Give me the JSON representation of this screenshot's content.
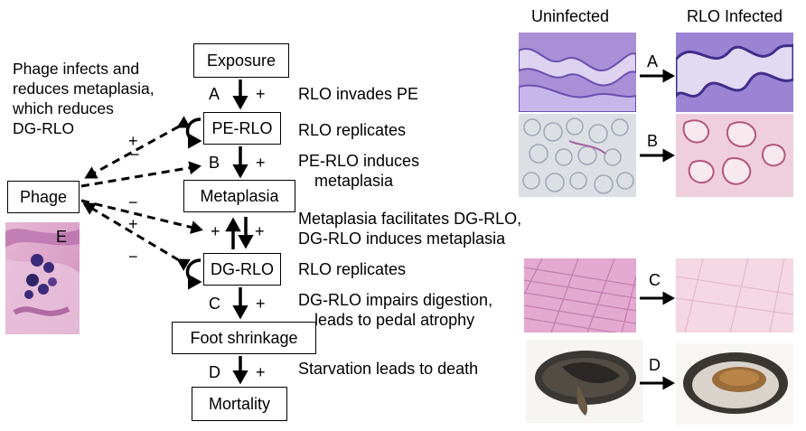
{
  "left_note": [
    "Phage infects and",
    "reduces metaplasia,",
    "which reduces",
    "DG-RLO"
  ],
  "nodes": {
    "phage": "Phage",
    "exposure": "Exposure",
    "pe_rlo": "PE-RLO",
    "metaplasia": "Metaplasia",
    "dg_rlo": "DG-RLO",
    "foot_shrinkage": "Foot shrinkage",
    "mortality": "Mortality"
  },
  "step_labels": {
    "a": "A",
    "b": "B",
    "c": "C",
    "d": "D"
  },
  "signs": {
    "plus": "+",
    "minus": "−"
  },
  "descriptions": {
    "rlo_invades": "RLO invades PE",
    "rlo_replicates_1": "RLO replicates",
    "pe_rlo_induces": [
      "PE-RLO induces",
      "metaplasia"
    ],
    "metaplasia_facilitates": [
      "Metaplasia facilitates DG-RLO,",
      "DG-RLO induces metaplasia"
    ],
    "rlo_replicates_2": "RLO replicates",
    "dg_rlo_impairs": [
      "DG-RLO impairs digestion,",
      "leads to pedal atrophy"
    ],
    "starvation": "Starvation leads to death"
  },
  "columns": {
    "uninfected": "Uninfected",
    "infected": "RLO Infected"
  },
  "panel_labels": {
    "a": "A",
    "b": "B",
    "c": "C",
    "d": "D",
    "e": "E"
  }
}
